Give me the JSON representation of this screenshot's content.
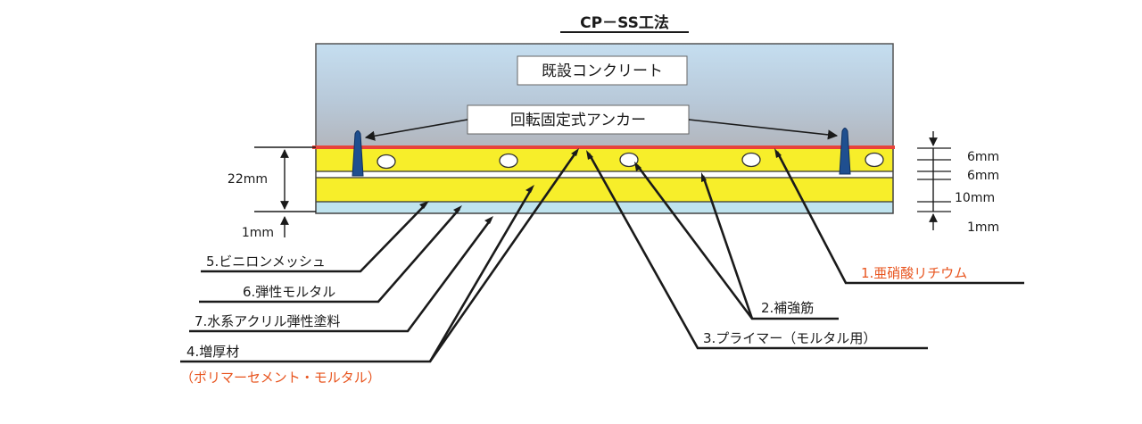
{
  "title": "CP－SS工法",
  "labels": {
    "existing_concrete": "既設コンクリート",
    "anchor": "回転固定式アンカー"
  },
  "dimensions": {
    "left": [
      "22mm",
      "1mm"
    ],
    "right": [
      "6mm",
      "6mm",
      "10mm",
      "1mm"
    ]
  },
  "callouts": {
    "l5": "5.ビニロンメッシュ",
    "l6": "6.弾性モルタル",
    "l7": "7.水系アクリル弾性塗料",
    "l4": "4.増厚材",
    "l4_sub": "（ポリマーセメント・モルタル）",
    "r1": "1.亜硝酸リチウム",
    "r2": "2.補強筋",
    "r3": "3.プライマー（モルタル用）"
  },
  "colors": {
    "concrete_top": "#bcd8ee",
    "concrete_bottom": "#b9bcc4",
    "primer_line": "#e8433a",
    "mortar": "#f7ee2a",
    "paint_layer": "#bfe3ee",
    "anchor": "#1f4f8f",
    "accent_text": "#e8541e"
  }
}
